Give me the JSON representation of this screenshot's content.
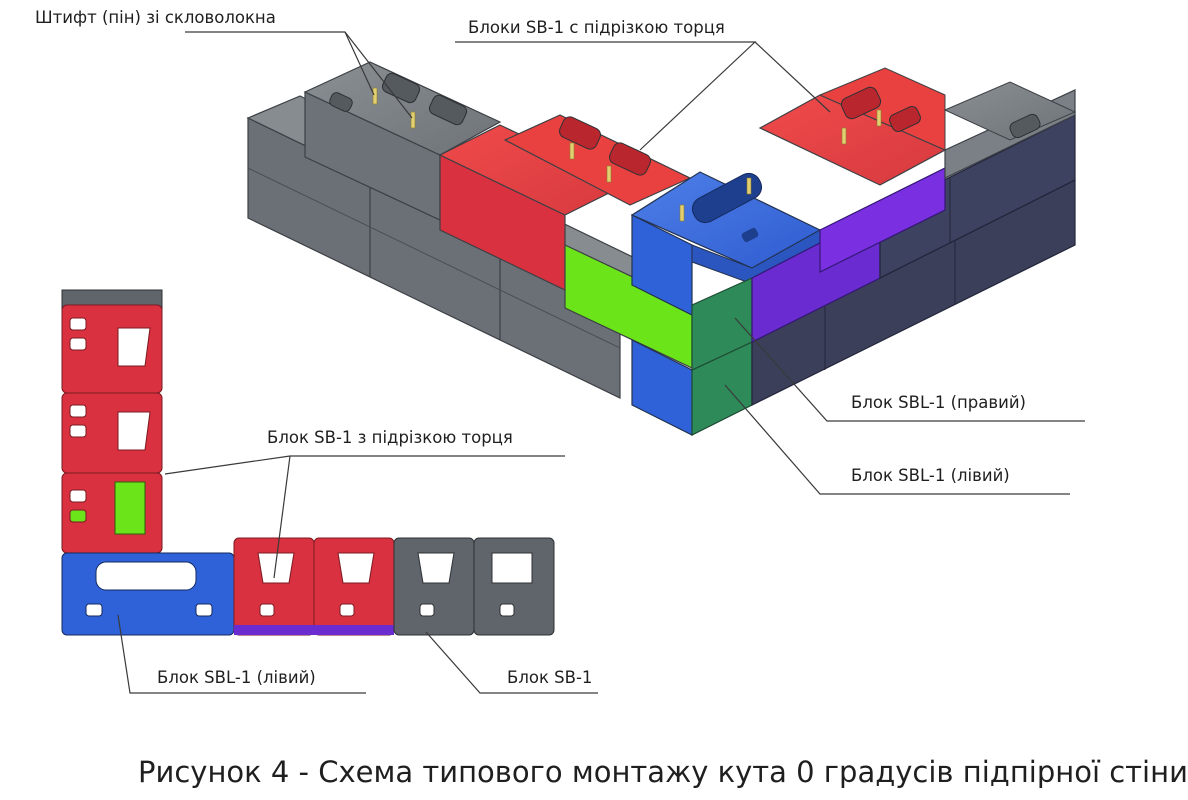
{
  "labels": {
    "pin": "Штифт (пін) зі скловолокна",
    "blocks_sb1_cut_top": "Блоки SB-1 с підрізкою торця",
    "sbl1_right": "Блок SBL-1 (правий)",
    "sbl1_left_iso": "Блок SBL-1 (лівий)",
    "sb1_cut_plan": "Блок SB-1 з підрізкою торця",
    "sbl1_left_plan": "Блок SBL-1 (лівий)",
    "sb1_plan": "Блок SB-1"
  },
  "caption": "Рисунок 4 - Схема типового монтажу кута 0 градусів підпірної стіни",
  "colors": {
    "gray_block": "#5f656b",
    "red_block": "#d9313f",
    "blue_block": "#2f62d8",
    "green_block": "#6be41a",
    "teal_block": "#2e8a58",
    "purple_block": "#6a2bd0",
    "navy_block": "#3b3f5a",
    "pin": "#e2d070"
  }
}
